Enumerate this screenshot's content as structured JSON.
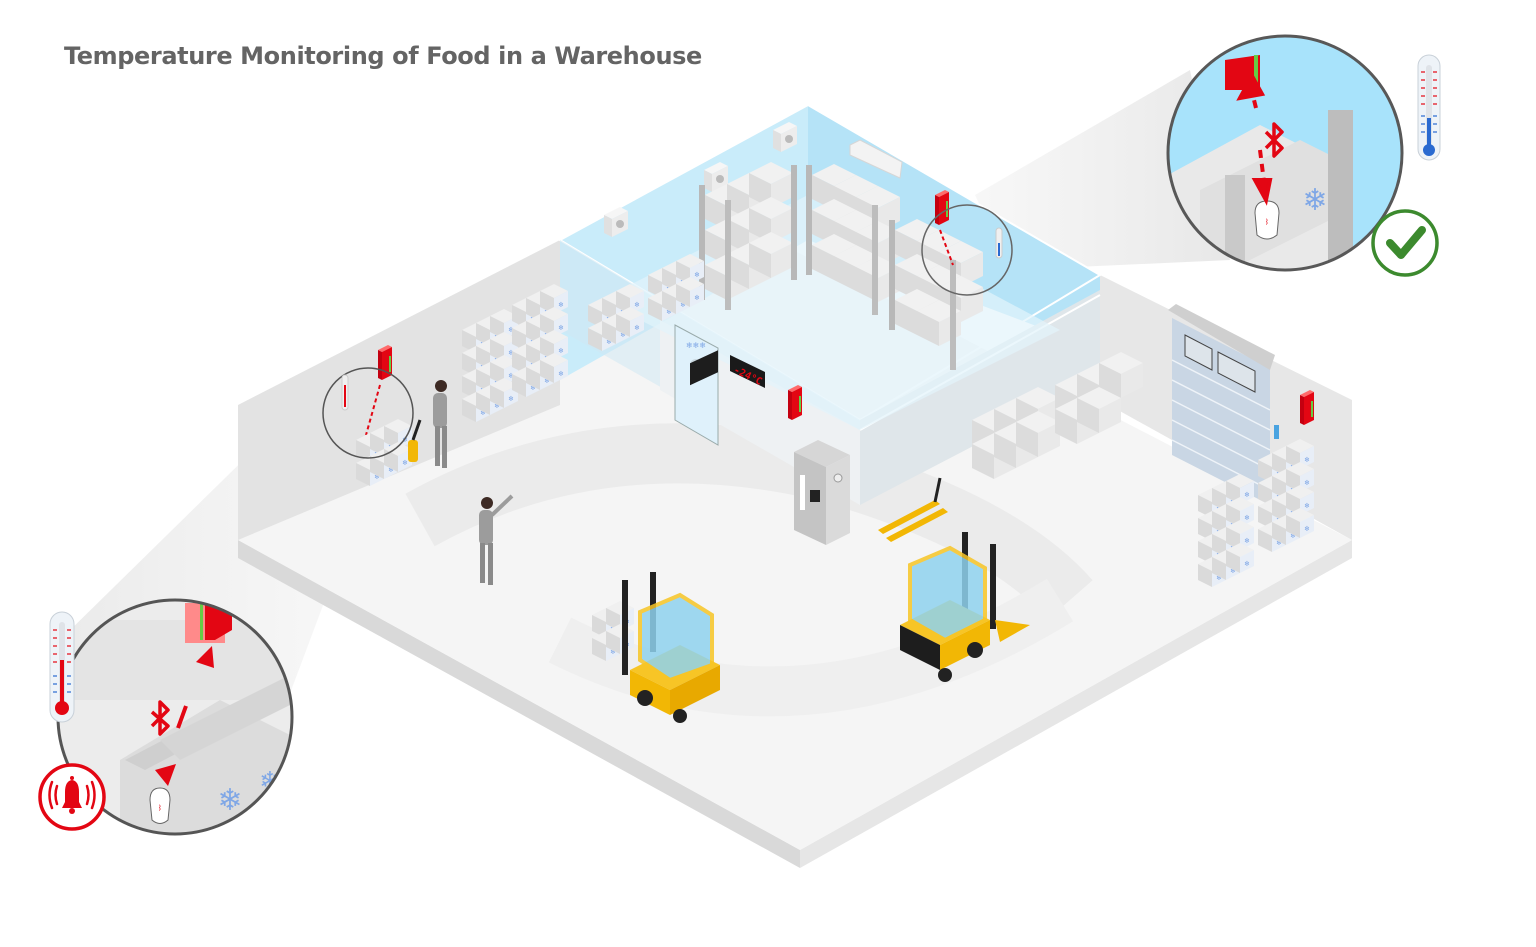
{
  "title": "Temperature Monitoring of Food in a Warehouse",
  "colors": {
    "title": "#646464",
    "alert_red": "#e30613",
    "ok_green": "#3c8a2e",
    "forklift_yellow": "#f7c526",
    "cold_room_blue": "#bfe6f7",
    "floor": "#f4f4f4",
    "wall": "#e2e2e2"
  },
  "cold_room": {
    "display": {
      "label": "-24°C",
      "value_c": -24
    },
    "door": "freezer-door"
  },
  "callouts": [
    {
      "id": "ok-callout",
      "position": "top-right",
      "status": "ok",
      "status_icon": "check-icon",
      "thermometer_level": "low",
      "signal": "bluetooth-icon",
      "description": "Sensor on frozen crate in cold room transmits to gateway; temperature within range"
    },
    {
      "id": "alarm-callout",
      "position": "bottom-left",
      "status": "alarm",
      "status_icon": "bell-alarm-icon",
      "thermometer_level": "high",
      "signal": "bluetooth-icon",
      "description": "Sensor on pallet in warehouse aisle transmits to gateway; temperature too high, alarm triggered"
    }
  ],
  "scene": {
    "forklifts": 2,
    "pallet_jacks": 2,
    "workers": 2,
    "gateways": 4,
    "vending_machine": "coffee-machine",
    "loading_door": "roller-door"
  }
}
